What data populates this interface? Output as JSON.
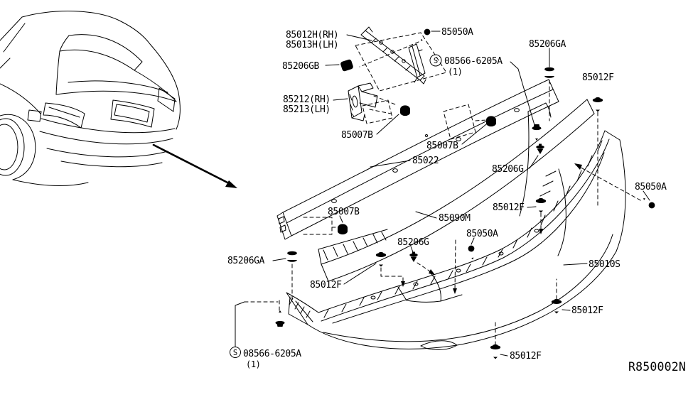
{
  "diagram": {
    "ref": "R850002N",
    "s_symbol": "S",
    "callouts": {
      "finisher_rh": "85012H(RH)",
      "finisher_lh": "85013H(LH)",
      "screw_top": "85050A",
      "grommet_gb": "85206GB",
      "s_bolt_top": "08566-6205A",
      "s_bolt_top_qty": "(1)",
      "grommet_ga_right": "85206GA",
      "clip_top_right": "85012F",
      "bracket_rh": "85212(RH)",
      "bracket_lh": "85213(LH)",
      "nut_upper": "85007B",
      "nut_mid": "85007B",
      "reinforcement_bar": "85022",
      "grommet_g_right": "85206G",
      "screw_right": "85050A",
      "clip_right": "85012F",
      "nut_lower": "85007B",
      "energy_absorber": "85090M",
      "screw_center": "85050A",
      "grommet_g_center": "85206G",
      "grommet_ga_left": "85206GA",
      "clip_center": "85012F",
      "bumper_fascia": "85010S",
      "s_bolt_bottom": "08566-6205A",
      "s_bolt_bottom_qty": "(1)",
      "clip_lower_right": "85012F",
      "clip_bottom": "85012F"
    },
    "colors": {
      "line": "#000000",
      "background": "#ffffff"
    }
  }
}
